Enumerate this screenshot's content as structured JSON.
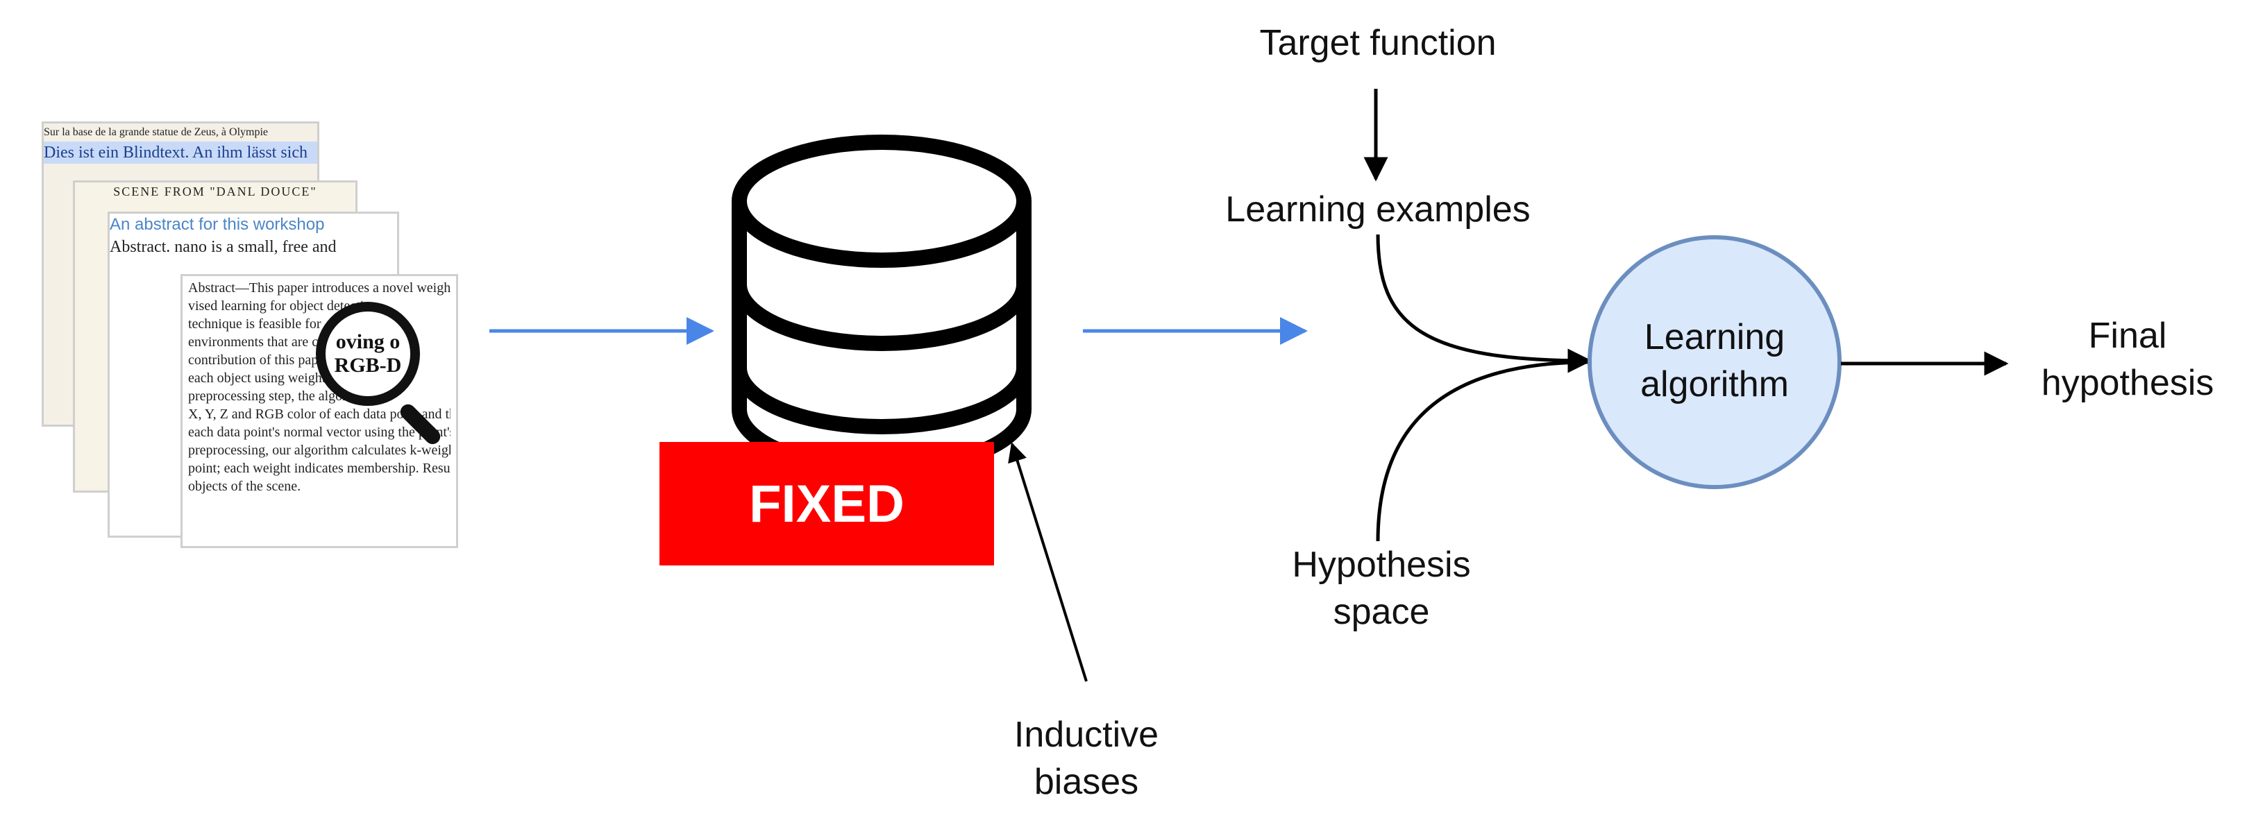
{
  "labels": {
    "target_function": "Target function",
    "learning_examples": "Learning examples",
    "learning_algorithm_line1": "Learning",
    "learning_algorithm_line2": "algorithm",
    "final_hypothesis_line1": "Final",
    "final_hypothesis_line2": "hypothesis",
    "hypothesis_space_line1": "Hypothesis",
    "hypothesis_space_line2": "space",
    "inductive_biases_line1": "Inductive",
    "inductive_biases_line2": "biases",
    "fixed": "FIXED"
  },
  "documents": {
    "doc1": [
      "Sur la base de la grande statue de Zeus, à Olympie",
      "Dies ist ein Blindtext. An ihm lässt sich"
    ],
    "doc2": [
      "SCENE FROM \"DANL DOUCE\""
    ],
    "doc3": [
      "An abstract for this workshop",
      "Abstract.  nano is a small, free and"
    ],
    "doc4": [
      "Abstract—This paper introduces a novel weighted unsuper-",
      "vised learning for object detection",
      "technique is feasible for",
      "environments that are cap",
      "contribution of this paper",
      "each object using weighted",
      "preprocessing step, the algorithm",
      "X, Y, Z and RGB color of each data point and then it c",
      "each data point's normal vector using the point's neighbor",
      "preprocessing, our algorithm calculates k-weights for each",
      "point; each weight indicates membership. Resulting in clustered",
      "objects of the scene."
    ],
    "magnifier_text": [
      "oving o",
      "RGB-D"
    ]
  },
  "colors": {
    "input_arrow": "#4a86e8",
    "circle_fill": "#dae8fc",
    "circle_stroke": "#6c8ebf",
    "fixed_box": "#ff0000",
    "icon_stroke": "#000000"
  },
  "icons": {
    "documents": "stacked-documents-magnifier-icon",
    "database": "database-icon"
  }
}
